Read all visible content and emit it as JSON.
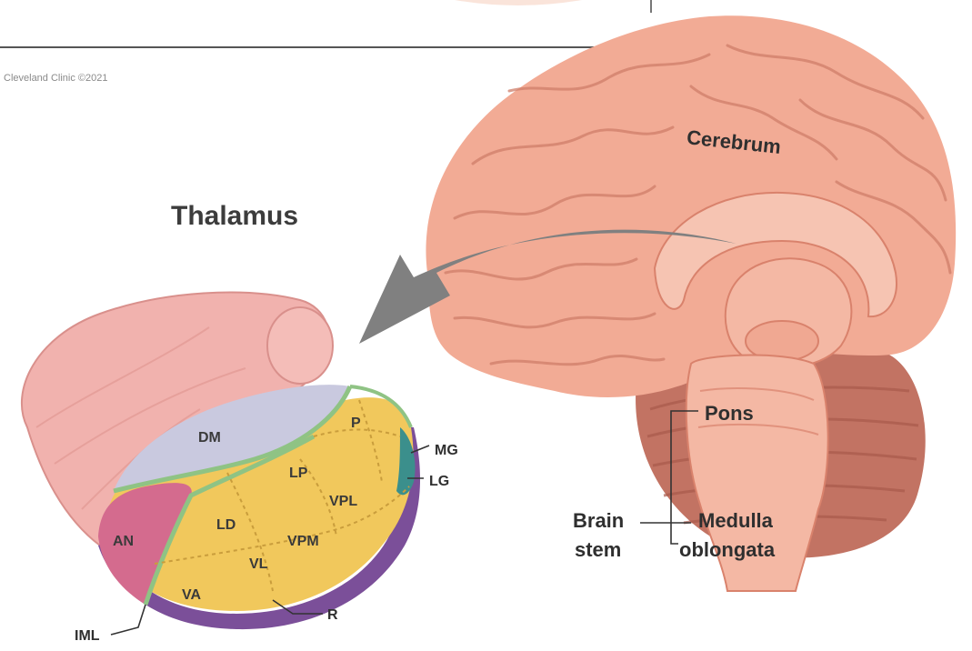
{
  "credit": "Cleveland Clinic  ©2021",
  "title": "Thalamus",
  "brain_labels": {
    "cerebrum": "Cerebrum",
    "pons": "Pons",
    "brain_stem_line1": "Brain",
    "brain_stem_line2": "stem",
    "medulla_line1": "Medulla",
    "medulla_line2": "oblongata"
  },
  "nuclei": {
    "dm": "DM",
    "p": "P",
    "lp": "LP",
    "vpl": "VPL",
    "ld": "LD",
    "vpm": "VPM",
    "an": "AN",
    "vl": "VL",
    "va": "VA"
  },
  "side_labels": {
    "mg": "MG",
    "lg": "LG",
    "r": "R",
    "iml": "IML"
  },
  "colors": {
    "brain": "#f2ab95",
    "brain_dark": "#d9826c",
    "cerebellum": "#c27363",
    "thalamus_shell": "#f1b2ae",
    "dm_region": "#c9c9df",
    "yellow_nuclei": "#f1c85c",
    "an_region": "#d46b8e",
    "green_border": "#8fc384",
    "teal_region": "#3b8f8c",
    "purple_rim": "#7b4f99",
    "arrow": "#7f7f7f"
  }
}
